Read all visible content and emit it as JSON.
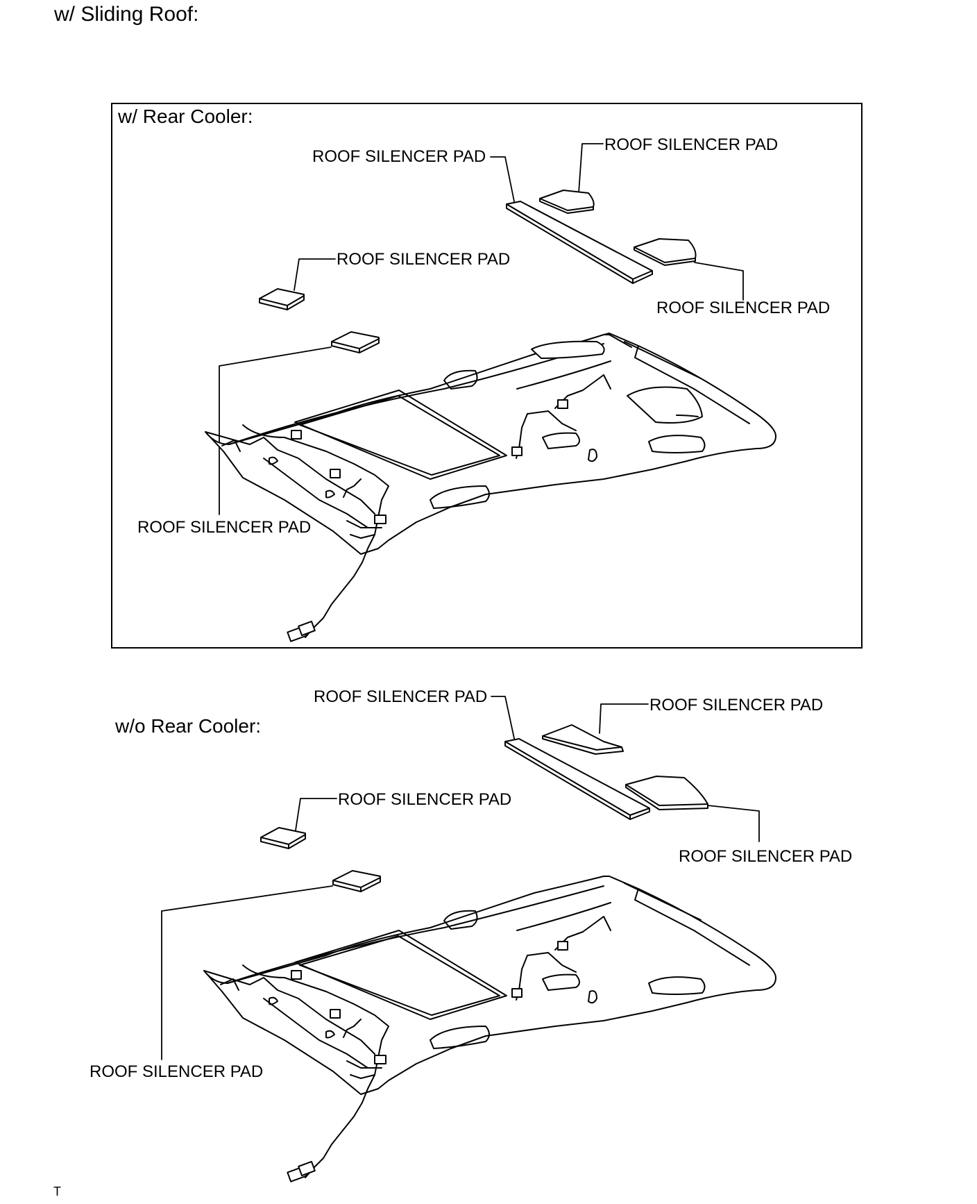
{
  "page_title": "w/ Sliding Roof:",
  "panel_top": {
    "heading": "w/ Rear Cooler:",
    "labels": {
      "pad_center_bar": "ROOF SILENCER PAD",
      "pad_top_right": "ROOF SILENCER PAD",
      "pad_left_upper": "ROOF SILENCER PAD",
      "pad_right_lower": "ROOF SILENCER PAD",
      "pad_left_lower": "ROOF SILENCER PAD"
    }
  },
  "panel_bottom": {
    "heading": "w/o Rear Cooler:",
    "labels": {
      "pad_center_bar": "ROOF SILENCER PAD",
      "pad_top_right": "ROOF SILENCER PAD",
      "pad_left_upper": "ROOF SILENCER PAD",
      "pad_right_lower": "ROOF SILENCER PAD",
      "pad_left_lower": "ROOF SILENCER PAD"
    }
  },
  "footer_mark": "T"
}
